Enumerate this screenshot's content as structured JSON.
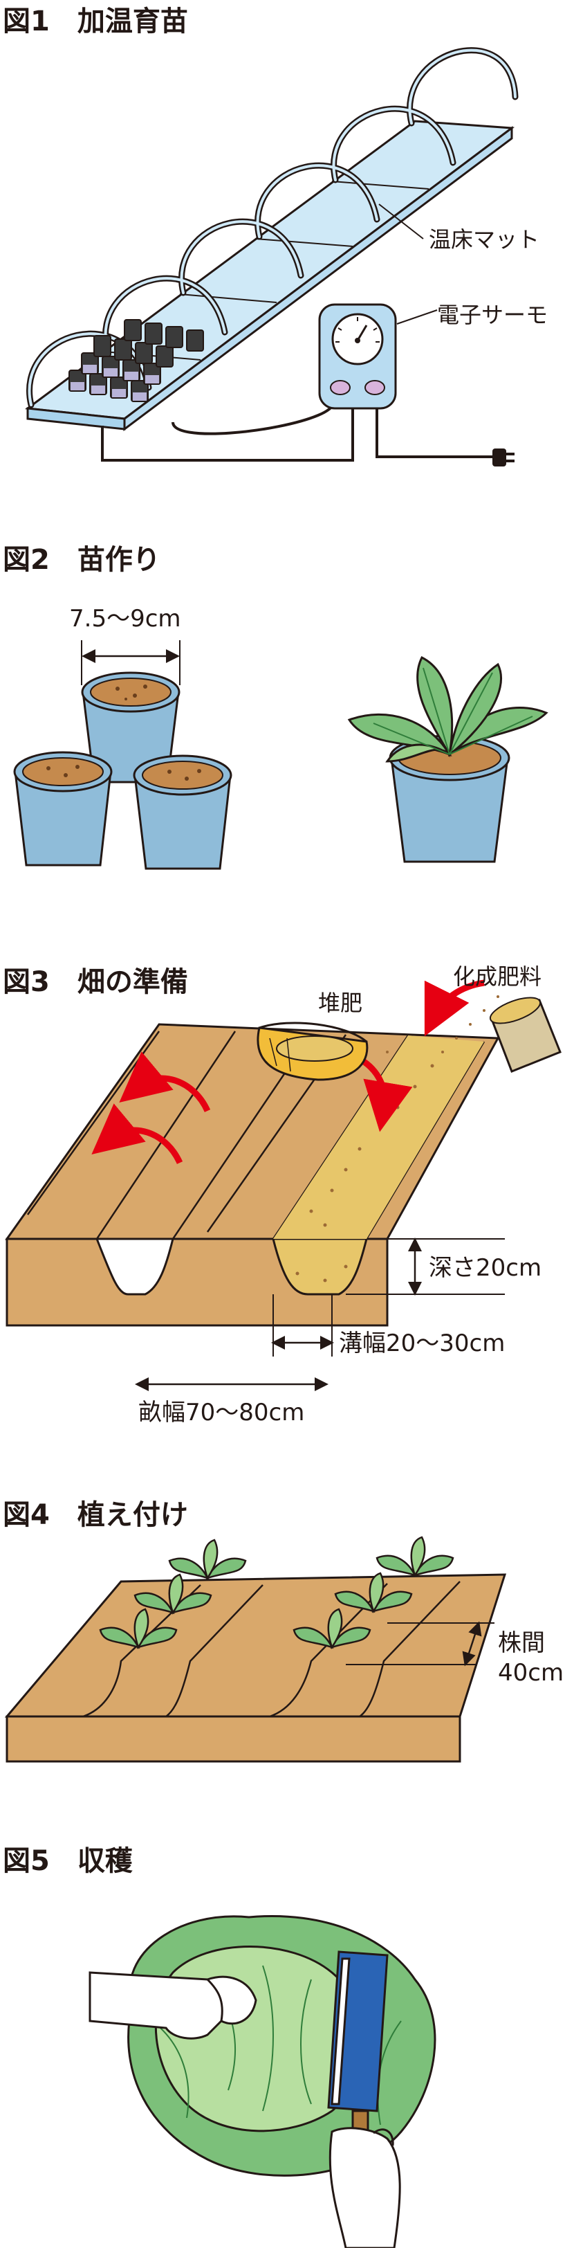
{
  "figures": [
    {
      "id": 1,
      "title": "図1　加温育苗",
      "labels": {
        "hotbed_mat": "温床マット",
        "thermostat": "電子サーモ"
      }
    },
    {
      "id": 2,
      "title": "図2　苗作り",
      "labels": {
        "pot_size": "7.5～9cm"
      }
    },
    {
      "id": 3,
      "title": "図3　畑の準備",
      "labels": {
        "compost": "堆肥",
        "fertilizer": "化成肥料",
        "depth": "深さ20cm",
        "trench_width": "溝幅20～30cm",
        "ridge_width": "畝幅70～80cm"
      }
    },
    {
      "id": 4,
      "title": "図4　植え付け",
      "labels": {
        "spacing_1": "株間",
        "spacing_2": "40cm"
      }
    },
    {
      "id": 5,
      "title": "図5　収穫",
      "labels": {}
    }
  ],
  "colors": {
    "line": "#231815",
    "glass": "#cfe9f7",
    "pot": "#8fbcd9",
    "soil": "#d9a86b",
    "soil_dark": "#9c6a35",
    "leaf": "#7cc07a",
    "leaf_dark": "#2f7d3a",
    "arrow": "#e60012",
    "fertilizer": "#e7c66a",
    "knife_blade": "#2a64b5"
  }
}
